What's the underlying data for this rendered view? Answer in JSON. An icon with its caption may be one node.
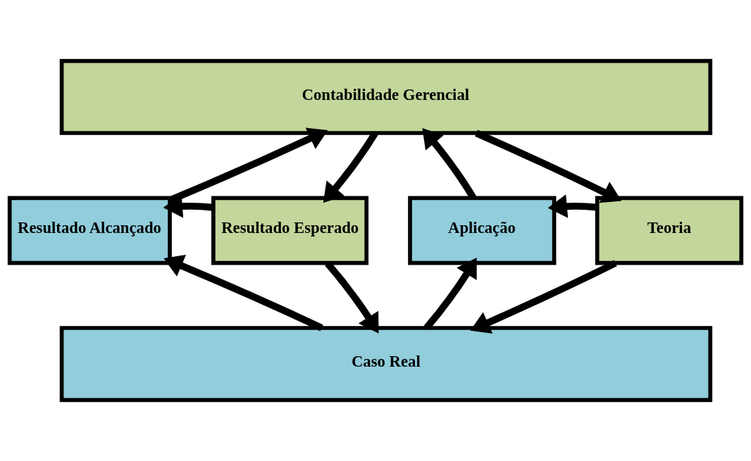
{
  "diagram": {
    "nodes": [
      {
        "text": [
          "Contabilidade Gerencial"
        ]
      },
      {
        "text": [
          "Resultado Alcançado"
        ]
      },
      {
        "text": [
          "Resultado Esperado"
        ]
      },
      {
        "text": [
          "Aplicação"
        ]
      },
      {
        "text": [
          "Teoria"
        ]
      },
      {
        "text": [
          "Caso Real"
        ]
      }
    ],
    "edges": [
      {
        "from": 1,
        "to": 0,
        "arrow": "to"
      },
      {
        "from": 0,
        "to": 2,
        "arrow": "to"
      },
      {
        "from": 3,
        "to": 0,
        "arrow": "to"
      },
      {
        "from": 0,
        "to": 4,
        "arrow": "to"
      },
      {
        "from": 2,
        "to": 1,
        "arrow": "to"
      },
      {
        "from": 4,
        "to": 3,
        "arrow": "to"
      },
      {
        "from": 5,
        "to": 1,
        "arrow": "to"
      },
      {
        "from": 2,
        "to": 5,
        "arrow": "to"
      },
      {
        "from": 5,
        "to": 3,
        "arrow": "to"
      },
      {
        "from": 4,
        "to": 5,
        "arrow": "to"
      }
    ]
  }
}
